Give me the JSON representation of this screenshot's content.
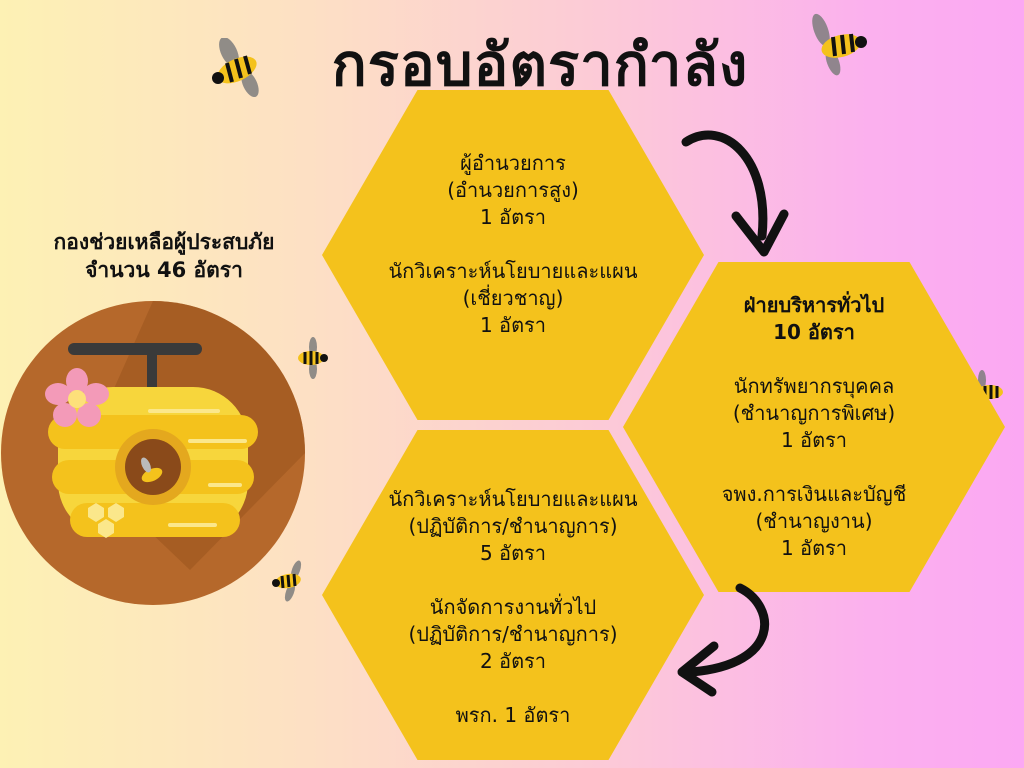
{
  "title": "กรอบอัตรากำลัง",
  "division": {
    "name": "กองช่วยเหลือผู้ประสบภัย",
    "total": "จำนวน  46  อัตรา"
  },
  "hex_top": {
    "lines": [
      "ผู้อำนวยการ",
      "(อำนวยการสูง)",
      "1 อัตรา",
      "",
      "นักวิเคราะห์นโยบายและแผน",
      "(เชี่ยวชาญ)",
      "1 อัตรา"
    ]
  },
  "hex_right": {
    "heading": [
      "ฝ่ายบริหารทั่วไป",
      "10 อัตรา"
    ],
    "lines": [
      "นักทรัพยากรบุคคล",
      "(ชำนาญการพิเศษ)",
      "1 อัตรา",
      "",
      "จพง.การเงินและบัญชี",
      "(ชำนาญงาน)",
      "1 อัตรา"
    ]
  },
  "hex_bottom": {
    "lines": [
      "นักวิเคราะห์นโยบายและแผน",
      "(ปฏิบัติการ/ชำนาญการ)",
      "5 อัตรา",
      "",
      "นักจัดการงานทั่วไป",
      "(ปฏิบัติการ/ชำนาญการ)",
      "2 อัตรา",
      "",
      "พรก. 1 อัตรา"
    ]
  },
  "icons": [
    "beehive-icon",
    "bee-icon",
    "flower-icon",
    "curved-arrow-icon"
  ],
  "colors": {
    "hexagon": "#f4c21c",
    "circle": "#b5682b",
    "hive": "#f7d63c"
  }
}
